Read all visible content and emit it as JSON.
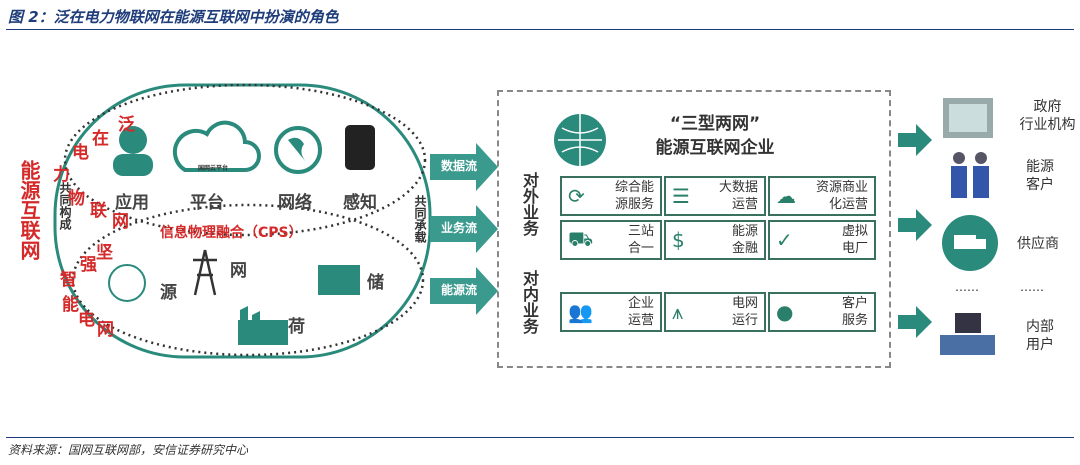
{
  "title": "图 2：泛在电力物联网在能源互联网中扮演的角色",
  "source": "资料来源：国网互联网部，安信证券研究中心",
  "left": {
    "outer_label": "能源互联网",
    "ubiquitous_iot": [
      "泛",
      "在",
      "电",
      "力",
      "物",
      "联",
      "网"
    ],
    "strong_grid": [
      "坚",
      "强",
      "智",
      "能",
      "电",
      "网"
    ],
    "co_constitute": "共同构成",
    "co_carry": "共同承载",
    "cps": "信息物理融合（CPS）",
    "cloud_text": "国网云平台",
    "layers": [
      "应用",
      "平台",
      "网络",
      "感知"
    ],
    "physical": [
      "源",
      "网",
      "储",
      "荷"
    ]
  },
  "flows": [
    "数据流",
    "业务流",
    "能源流"
  ],
  "center": {
    "heading_line1": "“三型两网”",
    "heading_line2": "能源互联网企业",
    "external": "对外业务",
    "internal": "对内业务",
    "external_cards": [
      {
        "line1": "综合能",
        "line2": "源服务",
        "icon": "energy-service-icon"
      },
      {
        "line1": "大数据",
        "line2": "运营",
        "icon": "server-icon"
      },
      {
        "line1": "资源商业",
        "line2": "化运营",
        "icon": "cloud-refresh-icon"
      },
      {
        "line1": "三站",
        "line2": "合一",
        "icon": "truck-icon"
      },
      {
        "line1": "能源",
        "line2": "金融",
        "icon": "dollar-icon"
      },
      {
        "line1": "虚拟",
        "line2": "电厂",
        "icon": "shield-check-icon"
      }
    ],
    "internal_cards": [
      {
        "line1": "企业",
        "line2": "运营",
        "icon": "people-icon"
      },
      {
        "line1": "电网",
        "line2": "运行",
        "icon": "tower-icon"
      },
      {
        "line1": "客户",
        "line2": "服务",
        "icon": "agent-icon"
      }
    ]
  },
  "right": {
    "items": [
      {
        "l1": "政府",
        "l2": "行业机构"
      },
      {
        "l1": "能源",
        "l2": "客户"
      },
      {
        "l1": "供应商",
        "l2": ""
      },
      {
        "l1": "内部",
        "l2": "用户"
      }
    ],
    "ellipsis": "……"
  },
  "colors": {
    "teal": "#2a8a7c",
    "red": "#d42a2a",
    "title": "#1f3d7a"
  }
}
